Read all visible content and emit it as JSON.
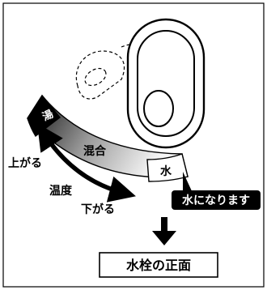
{
  "labels": {
    "hot": "湯",
    "mixed": "混合",
    "cold": "水",
    "raise": "上がる",
    "temperature": "温度",
    "lower": "下がる",
    "becomes_water": "水になります",
    "faucet_front": "水栓の正面"
  },
  "colors": {
    "outline": "#000000",
    "hot_fill": "#000000",
    "callout_fill": "#000000",
    "background": "#ffffff"
  },
  "icons": {
    "double_arrow": "curved-double-arrow",
    "down_arrow": "down-arrow"
  }
}
